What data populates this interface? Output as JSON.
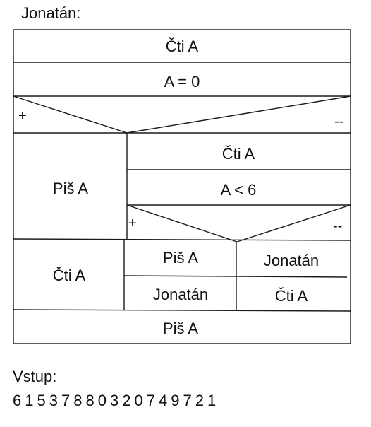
{
  "title": "Jonatán:",
  "diagram": {
    "read_a_1": "Čti A",
    "cond_1": "A = 0",
    "plus_1": "+",
    "minus_1": "--",
    "write_a_left": "Piš A",
    "read_a_2": "Čti A",
    "cond_2": "A < 6",
    "plus_2": "+",
    "minus_2": "--",
    "read_a_left": "Čti A",
    "write_a_mid": "Piš A",
    "jonatan_right": "Jonatán",
    "jonatan_mid": "Jonatán",
    "read_a_right": "Čti A",
    "write_a_bottom": "Piš A"
  },
  "input": {
    "label": "Vstup:",
    "sequence": [
      "6",
      "1",
      "5",
      "3",
      "7",
      "8",
      "8",
      "0",
      "3",
      "2",
      "0",
      "7",
      "4",
      "9",
      "7",
      "2",
      "1"
    ]
  }
}
